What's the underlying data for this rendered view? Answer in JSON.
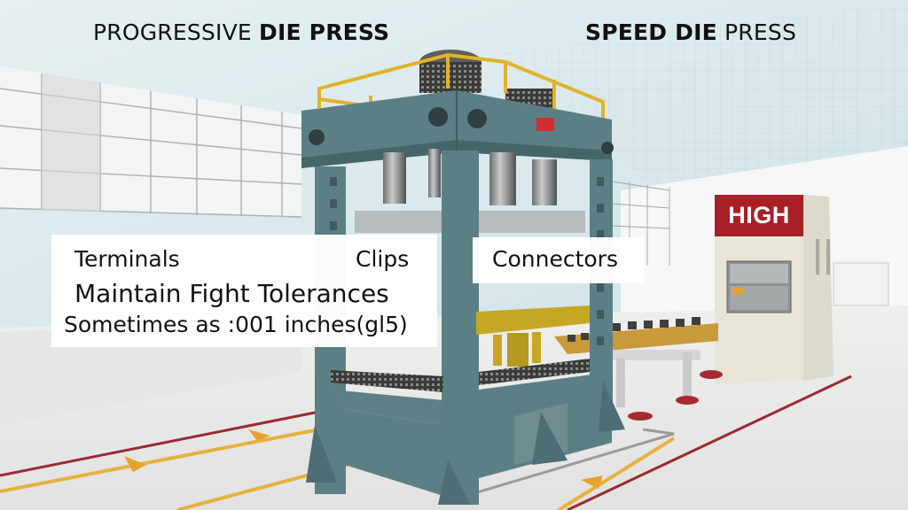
{
  "header": {
    "left_title": {
      "light": "PROGRESSIVE",
      "bold": "DIE PRESS"
    },
    "right_title": {
      "bold": "SPEED DIE",
      "light": "PRESS"
    }
  },
  "info_panel": {
    "items": [
      "Terminals",
      "Clips"
    ],
    "headline": "Maintain Fight Tolerances",
    "subline": "Sometimes as :001 inches(gl5)"
  },
  "connectors_label": "Connectors",
  "cabinet": {
    "sign": "HIGH"
  },
  "colors": {
    "press_frame": "#5c7f86",
    "press_frame_dark": "#46656b",
    "rail_yellow": "#e0b42a",
    "floor": "#e9e9e7",
    "floor_line_red": "#9a2a33",
    "floor_line_yellow": "#e7b23c",
    "sign_red": "#a81f25",
    "cabinet": "#e7e4d7",
    "wall": "#f5f6f6",
    "sky": "#d7e8ec"
  }
}
